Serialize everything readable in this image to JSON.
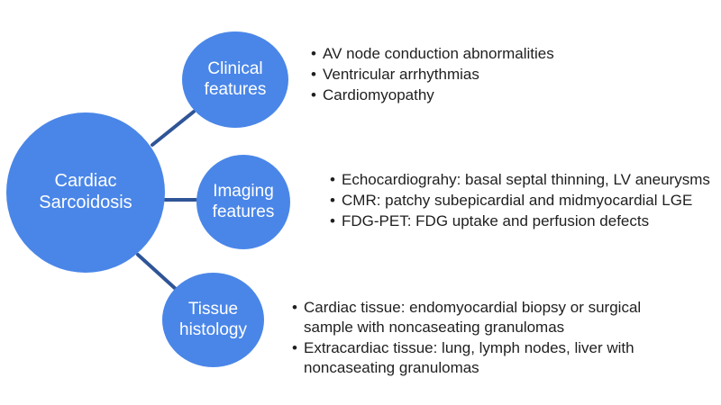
{
  "colors": {
    "background": "#ffffff",
    "node_fill": "#4a86e8",
    "node_text": "#ffffff",
    "connector": "#2f5597",
    "body_text": "#1f1f1f"
  },
  "root_node": {
    "label": "Cardiac\nSarcoidosis"
  },
  "branches": [
    {
      "label": "Clinical\nfeatures",
      "bullets": [
        "AV node conduction abnormalities",
        "Ventricular arrhythmias",
        "Cardiomyopathy"
      ]
    },
    {
      "label": "Imaging\nfeatures",
      "bullets": [
        "Echocardiograhy: basal septal thinning, LV aneurysms",
        "CMR: patchy subepicardial and midmyocardial LGE",
        "FDG-PET: FDG uptake and perfusion defects"
      ]
    },
    {
      "label": "Tissue\nhistology",
      "bullets": [
        "Cardiac tissue: endomyocardial biopsy or surgical sample with noncaseating granulomas",
        "Extracardiac tissue: lung, lymph nodes, liver with noncaseating granulomas"
      ]
    }
  ]
}
